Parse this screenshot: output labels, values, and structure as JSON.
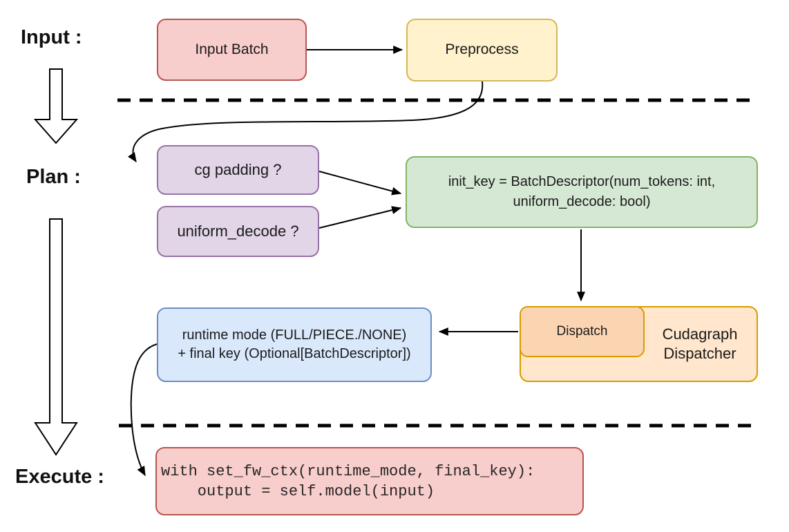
{
  "stages": {
    "input_label": "Input :",
    "plan_label": "Plan :",
    "execute_label": "Execute :"
  },
  "nodes": {
    "input_batch": {
      "label": "Input Batch",
      "fill": "#f8cecc",
      "border": "#b85450"
    },
    "preprocess": {
      "label": "Preprocess",
      "fill": "#fff2cc",
      "border": "#d6b656"
    },
    "cg_padding": {
      "label": "cg padding ?",
      "fill": "#e1d5e7",
      "border": "#9673a6"
    },
    "uniform_decode": {
      "label": "uniform_decode ?",
      "fill": "#e1d5e7",
      "border": "#9673a6"
    },
    "init_key": {
      "line1": "init_key = BatchDescriptor(num_tokens: int,",
      "line2": "uniform_decode: bool)",
      "fill": "#d5e8d4",
      "border": "#82b366"
    },
    "runtime_mode": {
      "line1": "runtime mode (FULL/PIECE./NONE)",
      "line2": "+ final key (Optional[BatchDescriptor])",
      "fill": "#dae8fc",
      "border": "#6c8ebf"
    },
    "dispatch": {
      "label": "Dispatch",
      "fill": "#fbd5b2",
      "border": "#d79b00"
    },
    "cudagraph_dispatcher": {
      "line1": "Cudagraph",
      "line2": "Dispatcher",
      "fill": "#ffe6cc",
      "border": "#d79b00"
    },
    "execute_code": {
      "line1": "with set_fw_ctx(runtime_mode, final_key):",
      "line2": "    output = self.model(input)",
      "fill": "#f8cecc",
      "border": "#b85450"
    }
  },
  "edges": [
    {
      "from": "input_batch",
      "to": "preprocess"
    },
    {
      "from": "preprocess",
      "to": "cg_padding"
    },
    {
      "from": "cg_padding",
      "to": "init_key"
    },
    {
      "from": "uniform_decode",
      "to": "init_key"
    },
    {
      "from": "init_key",
      "to": "dispatch"
    },
    {
      "from": "dispatch",
      "to": "runtime_mode"
    },
    {
      "from": "runtime_mode",
      "to": "execute_code"
    }
  ],
  "separators": {
    "count": 2,
    "style": "dashed",
    "color": "#000000"
  }
}
